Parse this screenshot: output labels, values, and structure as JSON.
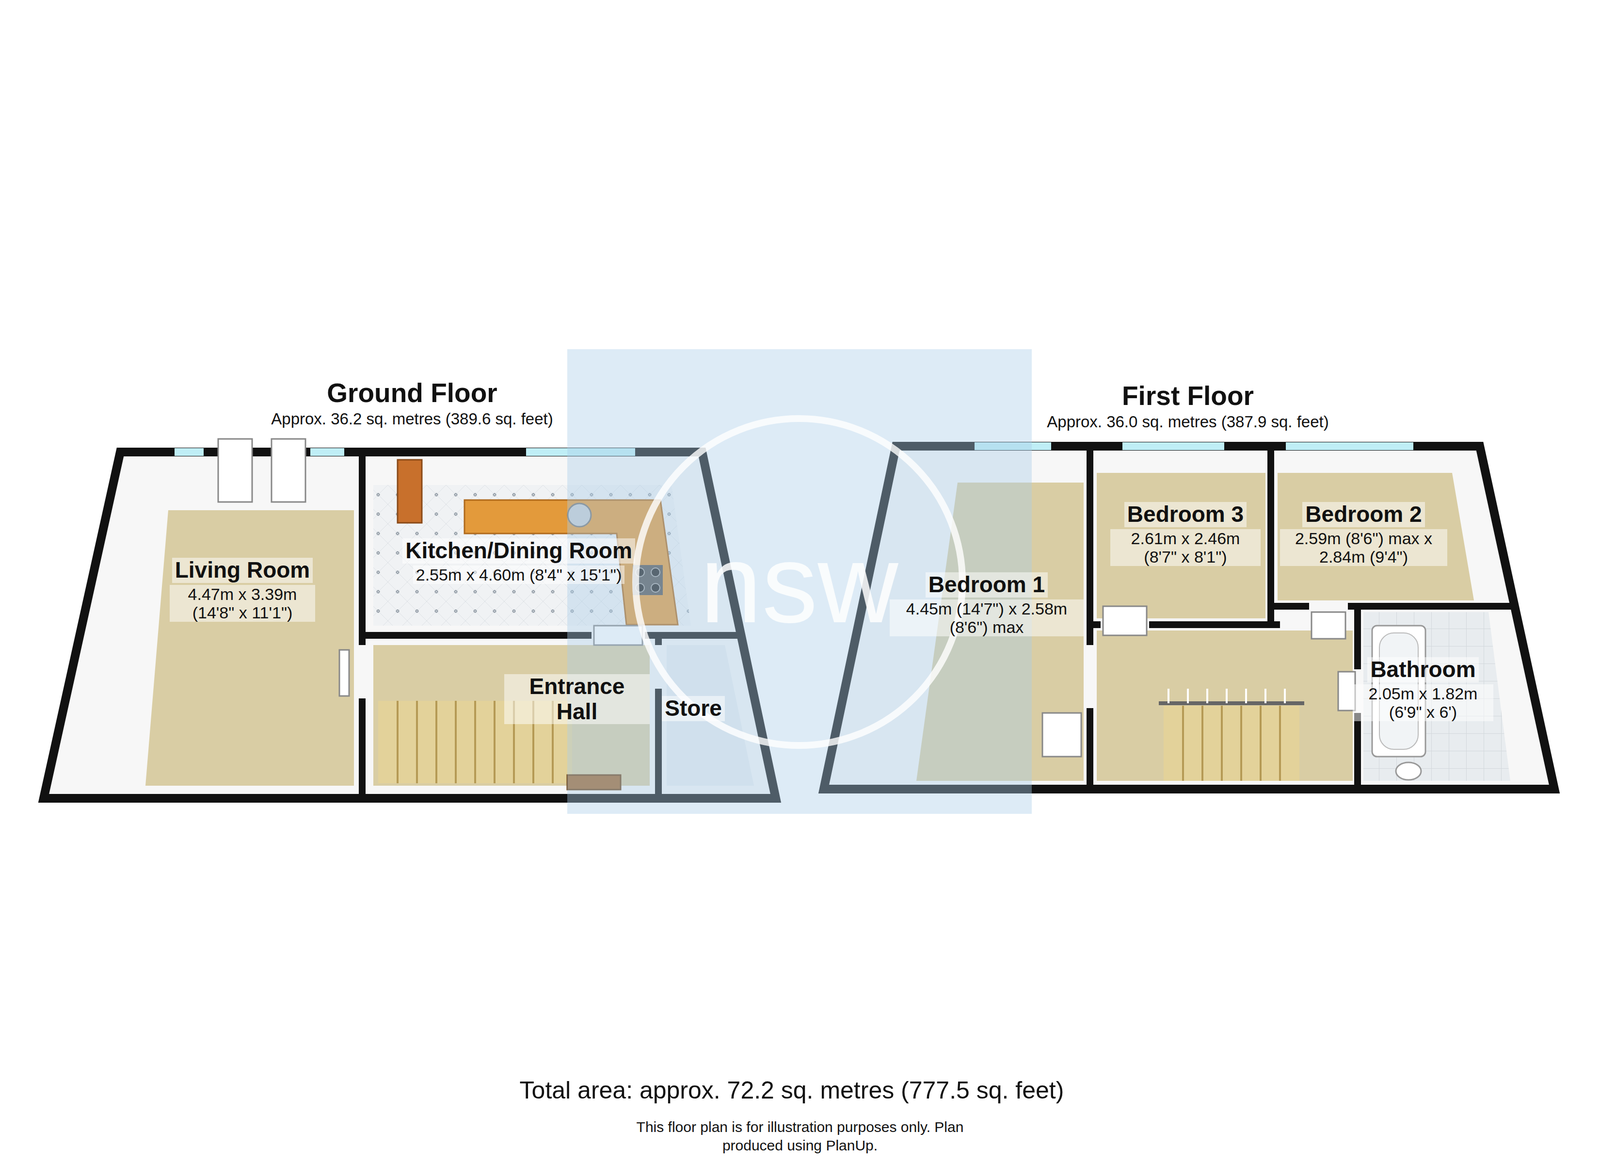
{
  "diagram": {
    "caption": "Total area: approx. 72.2 sq. metres (777.5 sq. feet)",
    "nodes": [
      {
        "text": [
          "Ground Floor",
          "Approx. 36.2 sq. metres (389.6 sq. feet)"
        ]
      },
      {
        "text": [
          "Living Room",
          "4.47m x 3.39m (14'8\" x 11'1\")"
        ],
        "in": 0
      },
      {
        "text": [
          "Kitchen/Dining Room",
          "2.55m x 4.60m (8'4\" x 15'1\")"
        ],
        "in": 0
      },
      {
        "text": [
          "Entrance Hall"
        ],
        "in": 0
      },
      {
        "text": [
          "Store"
        ],
        "in": 0
      },
      {
        "text": [
          "First Floor",
          "Approx. 36.0 sq. metres (387.9 sq. feet)"
        ]
      },
      {
        "text": [
          "Bedroom 1",
          "4.45m (14'7\") x 2.58m (8'6\") max"
        ],
        "in": 5
      },
      {
        "text": [
          "Bedroom 3",
          "2.61m x 2.46m (8'7\" x 8'1\")"
        ],
        "in": 5
      },
      {
        "text": [
          "Bedroom 2",
          "2.59m (8'6\") max x 2.84m (9'4\")"
        ],
        "in": 5
      },
      {
        "text": [
          "Bathroom",
          "2.05m x 1.82m (6'9\" x 6')"
        ],
        "in": 5
      }
    ],
    "labels": [
      "This floor plan is for illustration purposes only. Plan produced using PlanUp.",
      "nsw"
    ]
  }
}
